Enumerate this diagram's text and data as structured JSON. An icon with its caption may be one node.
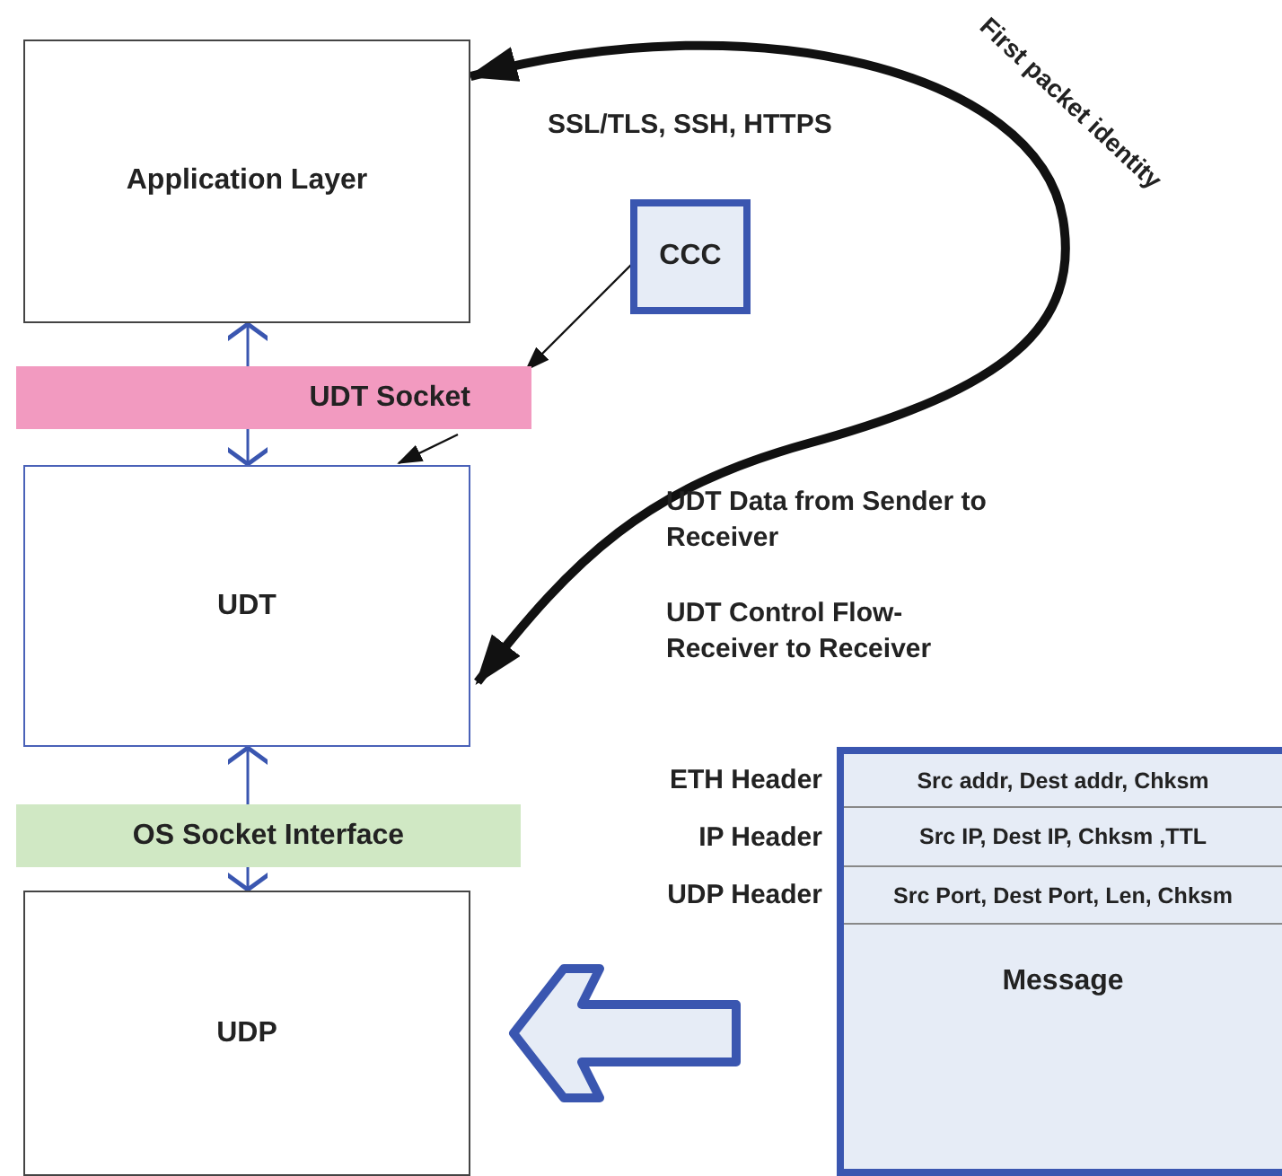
{
  "diagram": {
    "nodes": [
      {
        "text": [
          "Application Layer"
        ]
      },
      {
        "text": [
          "UDT Socket"
        ]
      },
      {
        "text": [
          "UDT"
        ]
      },
      {
        "text": [
          "OS Socket Interface"
        ]
      },
      {
        "text": [
          "UDP"
        ]
      },
      {
        "text": [
          "CCC"
        ]
      },
      {
        "text": [
          "Message"
        ]
      },
      {
        "text": [
          "Src addr, Dest addr, Chksm"
        ],
        "in": 6,
        "beside": [
          "ETH Header"
        ]
      },
      {
        "text": [
          "Src IP, Dest IP, Chksm ,TTL"
        ],
        "in": 6,
        "beside": [
          "IP Header"
        ]
      },
      {
        "text": [
          "Src Port, Dest Port, Len, Chksm"
        ],
        "in": 6,
        "beside": [
          "UDP Header"
        ]
      }
    ],
    "edges": [
      {
        "from": 2,
        "to": 0,
        "arrow": "both",
        "style": "thick",
        "color": "#111111",
        "label": "First packet identity"
      },
      {
        "from": 5,
        "to": 1,
        "arrow": "to",
        "color": "#111111"
      },
      {
        "from": 1,
        "to": 2,
        "arrow": "to",
        "color": "#111111"
      },
      {
        "from": 1,
        "to": 0,
        "arrow": "to"
      },
      {
        "from": 1,
        "to": 2,
        "arrow": "to"
      },
      {
        "from": 3,
        "to": 2,
        "arrow": "to"
      },
      {
        "from": 3,
        "to": 4,
        "arrow": "to"
      },
      {
        "from": 6,
        "to": 4,
        "arrow": "to",
        "style": "thick"
      }
    ],
    "labels": [
      "SSL/TLS, SSH, HTTPS",
      "UDT Data from Sender to Receiver",
      "UDT Control Flow- Receiver to Receiver"
    ]
  }
}
